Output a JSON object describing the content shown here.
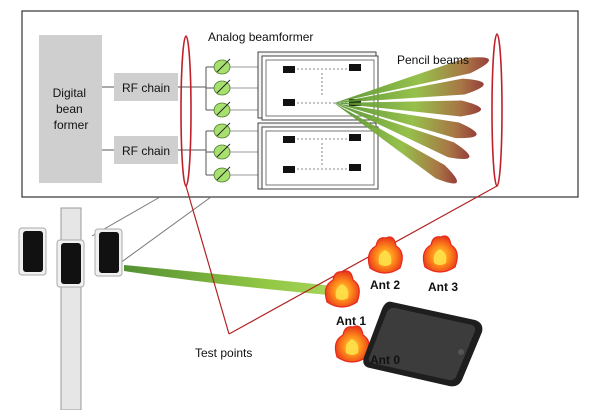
{
  "labels": {
    "digital_beamformer": "Digital bean former",
    "rf_chain_1": "RF chain",
    "rf_chain_2": "RF chain",
    "analog_beamformer": "Analog beamformer",
    "pencil_beams": "Pencil beams",
    "test_points": "Test points"
  },
  "test_points": [
    {
      "label": "Ant 0"
    },
    {
      "label": "Ant 1"
    },
    {
      "label": "Ant 2"
    },
    {
      "label": "Ant 3"
    }
  ],
  "colors": {
    "frame": "#333333",
    "block": "#cfcfcf",
    "link_line": "#b22222",
    "ellipse": "#c0202a",
    "phase_shifter": "#a8e070",
    "beam_green": "#6aa84f",
    "beam_red": "#b03a2e",
    "flame_orange": "#ff8c1a",
    "flame_red": "#e8281c",
    "phone": "#1e1e1e"
  }
}
